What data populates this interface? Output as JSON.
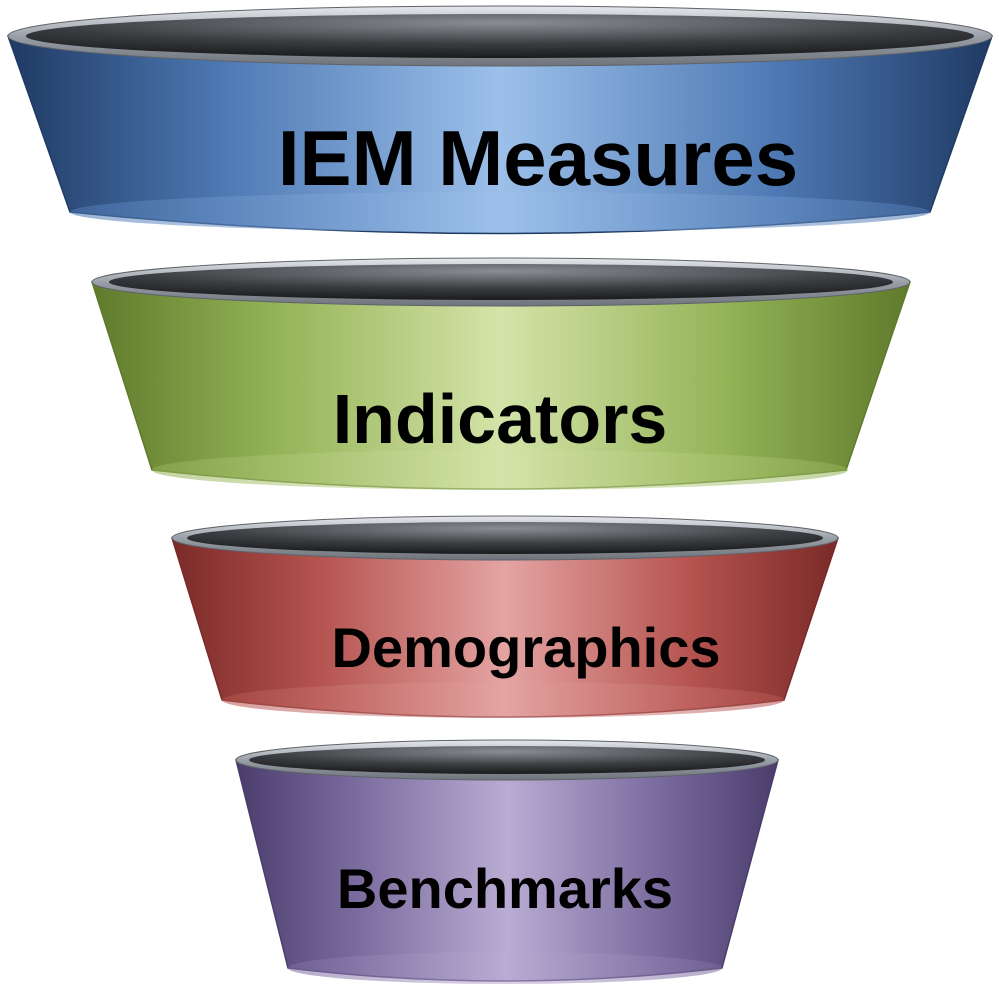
{
  "funnel": {
    "tiers": [
      {
        "label": "IEM Measures",
        "colors": {
          "dark": "#1f3a63",
          "mid": "#4e79b4",
          "light": "#9cc0ea",
          "rim": "#9aa0a8"
        }
      },
      {
        "label": "Indicators",
        "colors": {
          "dark": "#5f7a2c",
          "mid": "#93b255",
          "light": "#d4e4a9",
          "rim": "#9aa0a8"
        }
      },
      {
        "label": "Demographics",
        "colors": {
          "dark": "#7a2a28",
          "mid": "#b5534f",
          "light": "#e4a4a2",
          "rim": "#9aa0a8"
        }
      },
      {
        "label": "Benchmarks",
        "colors": {
          "dark": "#4a3d6c",
          "mid": "#7a6b9e",
          "light": "#b9acd3",
          "rim": "#9aa0a8"
        }
      }
    ]
  }
}
